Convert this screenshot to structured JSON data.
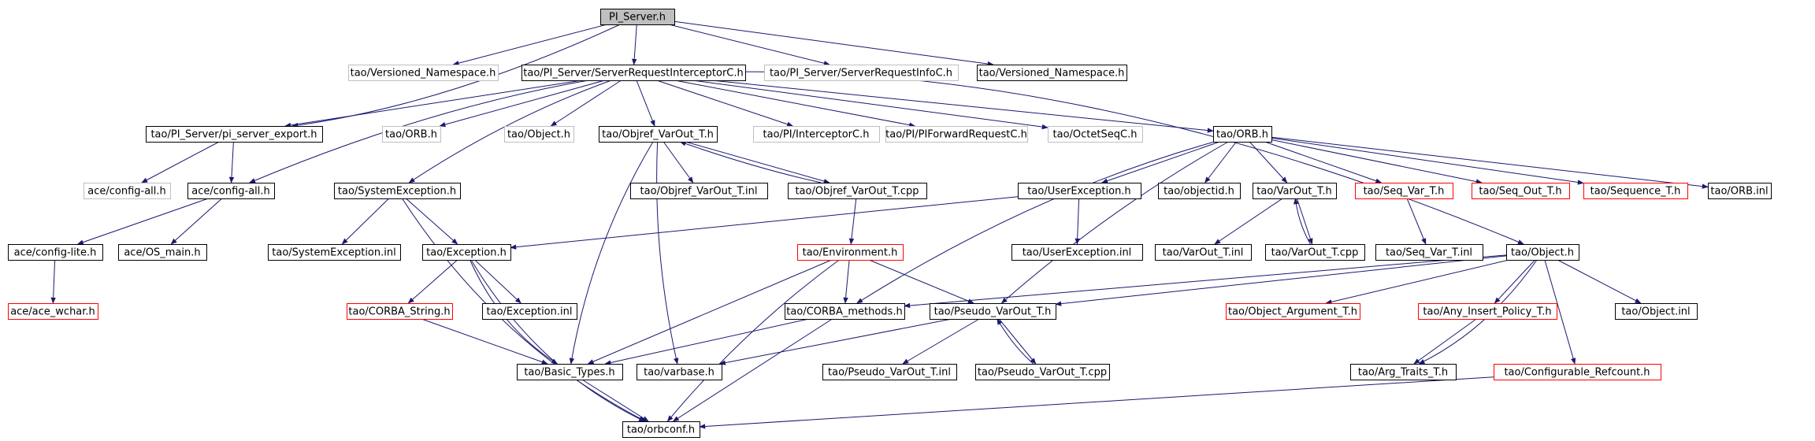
{
  "diagram": {
    "root": "PI_Server.h",
    "colors": {
      "edge": "#191970",
      "box_normal": "#000000",
      "box_truncated": "#ff0000",
      "box_external": "#bfbfbf",
      "box_root_fill": "#bfbfbf",
      "text": "#000000"
    },
    "nodes": [
      {
        "id": "pi_server_h",
        "label": "PI_Server.h",
        "style": "root"
      },
      {
        "id": "versioned_ns_ext",
        "label": "tao/Versioned_Namespace.h",
        "style": "external"
      },
      {
        "id": "sri_c_h",
        "label": "tao/PI_Server/ServerRequestInterceptorC.h",
        "style": "normal"
      },
      {
        "id": "sri_info_c_h",
        "label": "tao/PI_Server/ServerRequestInfoC.h",
        "style": "external"
      },
      {
        "id": "versioned_ns",
        "label": "tao/Versioned_Namespace.h",
        "style": "normal"
      },
      {
        "id": "pi_server_export",
        "label": "tao/PI_Server/pi_server_export.h",
        "style": "normal"
      },
      {
        "id": "orb_h_ext",
        "label": "tao/ORB.h",
        "style": "external"
      },
      {
        "id": "object_h_ext",
        "label": "tao/Object.h",
        "style": "external"
      },
      {
        "id": "objref_varout_h",
        "label": "tao/Objref_VarOut_T.h",
        "style": "normal"
      },
      {
        "id": "interceptor_c_h",
        "label": "tao/PI/InterceptorC.h",
        "style": "external"
      },
      {
        "id": "pi_forward_req_c_h",
        "label": "tao/PI/PIForwardRequestC.h",
        "style": "external"
      },
      {
        "id": "octetseq_c_h",
        "label": "tao/OctetSeqC.h",
        "style": "external"
      },
      {
        "id": "orb_h",
        "label": "tao/ORB.h",
        "style": "normal"
      },
      {
        "id": "config_all_ext",
        "label": "ace/config-all.h",
        "style": "external"
      },
      {
        "id": "config_all",
        "label": "ace/config-all.h",
        "style": "normal"
      },
      {
        "id": "system_exception_h",
        "label": "tao/SystemException.h",
        "style": "normal"
      },
      {
        "id": "objref_varout_inl",
        "label": "tao/Objref_VarOut_T.inl",
        "style": "normal"
      },
      {
        "id": "objref_varout_cpp",
        "label": "tao/Objref_VarOut_T.cpp",
        "style": "normal"
      },
      {
        "id": "user_exception_h",
        "label": "tao/UserException.h",
        "style": "normal"
      },
      {
        "id": "objectid_h",
        "label": "tao/objectid.h",
        "style": "normal"
      },
      {
        "id": "varout_t_h",
        "label": "tao/VarOut_T.h",
        "style": "normal"
      },
      {
        "id": "seq_var_t_h",
        "label": "tao/Seq_Var_T.h",
        "style": "truncated"
      },
      {
        "id": "seq_out_t_h",
        "label": "tao/Seq_Out_T.h",
        "style": "truncated"
      },
      {
        "id": "sequence_t_h",
        "label": "tao/Sequence_T.h",
        "style": "truncated"
      },
      {
        "id": "orb_inl",
        "label": "tao/ORB.inl",
        "style": "normal"
      },
      {
        "id": "config_lite",
        "label": "ace/config-lite.h",
        "style": "normal"
      },
      {
        "id": "os_main",
        "label": "ace/OS_main.h",
        "style": "normal"
      },
      {
        "id": "system_exception_inl",
        "label": "tao/SystemException.inl",
        "style": "normal"
      },
      {
        "id": "exception_h",
        "label": "tao/Exception.h",
        "style": "normal"
      },
      {
        "id": "environment_h",
        "label": "tao/Environment.h",
        "style": "truncated"
      },
      {
        "id": "user_exception_inl",
        "label": "tao/UserException.inl",
        "style": "normal"
      },
      {
        "id": "varout_t_inl",
        "label": "tao/VarOut_T.inl",
        "style": "normal"
      },
      {
        "id": "varout_t_cpp",
        "label": "tao/VarOut_T.cpp",
        "style": "normal"
      },
      {
        "id": "seq_var_t_inl",
        "label": "tao/Seq_Var_T.inl",
        "style": "normal"
      },
      {
        "id": "object_h",
        "label": "tao/Object.h",
        "style": "normal"
      },
      {
        "id": "ace_wchar",
        "label": "ace/ace_wchar.h",
        "style": "truncated"
      },
      {
        "id": "corba_string_h",
        "label": "tao/CORBA_String.h",
        "style": "truncated"
      },
      {
        "id": "exception_inl",
        "label": "tao/Exception.inl",
        "style": "normal"
      },
      {
        "id": "corba_methods_h",
        "label": "tao/CORBA_methods.h",
        "style": "normal"
      },
      {
        "id": "pseudo_varout_h",
        "label": "tao/Pseudo_VarOut_T.h",
        "style": "normal"
      },
      {
        "id": "object_argument_t_h",
        "label": "tao/Object_Argument_T.h",
        "style": "truncated"
      },
      {
        "id": "any_insert_policy_t_h",
        "label": "tao/Any_Insert_Policy_T.h",
        "style": "truncated"
      },
      {
        "id": "object_inl",
        "label": "tao/Object.inl",
        "style": "normal"
      },
      {
        "id": "basic_types_h",
        "label": "tao/Basic_Types.h",
        "style": "normal"
      },
      {
        "id": "varbase_h",
        "label": "tao/varbase.h",
        "style": "normal"
      },
      {
        "id": "pseudo_varout_inl",
        "label": "tao/Pseudo_VarOut_T.inl",
        "style": "normal"
      },
      {
        "id": "pseudo_varout_cpp",
        "label": "tao/Pseudo_VarOut_T.cpp",
        "style": "normal"
      },
      {
        "id": "arg_traits_t_h",
        "label": "tao/Arg_Traits_T.h",
        "style": "normal"
      },
      {
        "id": "configurable_refcount_h",
        "label": "tao/Configurable_Refcount.h",
        "style": "truncated"
      },
      {
        "id": "orbconf_h",
        "label": "tao/orbconf.h",
        "style": "normal"
      }
    ]
  }
}
